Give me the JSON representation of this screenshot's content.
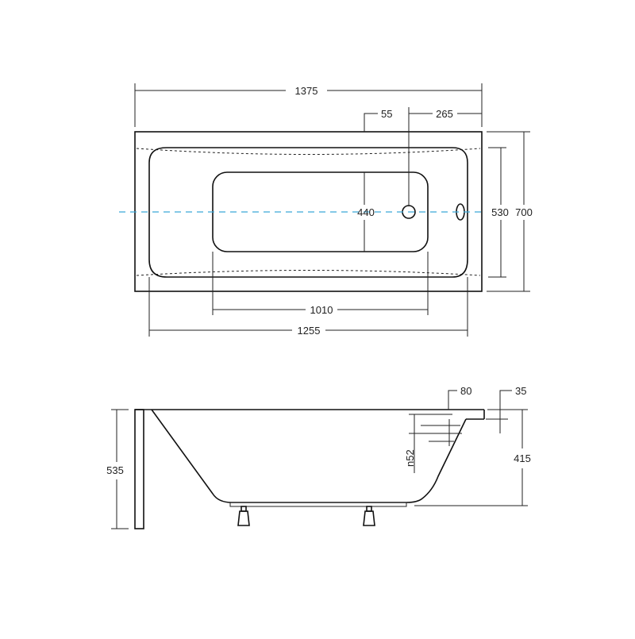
{
  "top_view": {
    "dim_overall_length": "1375",
    "dim_offset": "55",
    "dim_drain_pos": "265",
    "dim_inner_width": "440",
    "dim_width_inner": "530",
    "dim_width_overall": "700",
    "dim_bottom_length": "1010",
    "dim_inner_length": "1255"
  },
  "side_view": {
    "dim_rim": "80",
    "dim_lip": "35",
    "dim_drain_dia": "n52",
    "dim_depth": "415",
    "dim_total_height": "535"
  },
  "colors": {
    "line": "#222222",
    "axis": "#3ba7d6",
    "background": "#ffffff"
  }
}
